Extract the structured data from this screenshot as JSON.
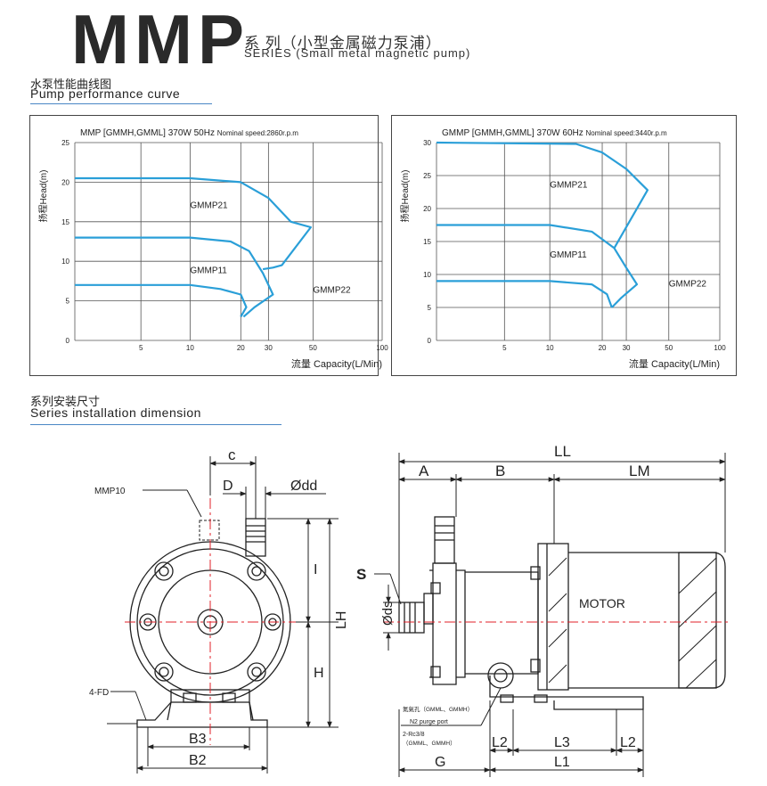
{
  "header": {
    "brand": "MMP",
    "series_cn": "系 列（小型金属磁力泵浦）",
    "series_en": "SERIES  (Small metal magnetic pump)"
  },
  "section1": {
    "title_cn": "水泵性能曲线图",
    "title_en": "Pump performance curve"
  },
  "section2": {
    "title_cn": "系列安装尺寸",
    "title_en": "Series installation dimension"
  },
  "colors": {
    "curve": "#2a9fd8",
    "accent_line": "#4a86c5",
    "center_line": "#e0202a"
  },
  "chart_data": [
    {
      "type": "line",
      "title": "MMP [GMMH,GMML]  370W  50Hz",
      "subtitle": "Nominal speed:2860r.p.m",
      "xlabel": "流量 Capacity(L/Min)",
      "ylabel": "扬程Head(m)",
      "x_ticks": [
        "5",
        "10",
        "20",
        "30",
        "50",
        "100"
      ],
      "y_ticks": [
        "0",
        "5",
        "10",
        "15",
        "20",
        "25"
      ],
      "ylim": [
        0,
        25
      ],
      "grid": true,
      "series": [
        {
          "name": "GMMP21",
          "points": [
            [
              0,
              20.5
            ],
            [
              10,
              20.5
            ],
            [
              20,
              20
            ],
            [
              30,
              18
            ],
            [
              40,
              15
            ],
            [
              49,
              14.3
            ],
            [
              36,
              9.5
            ],
            [
              32,
              9.2
            ],
            [
              28,
              9
            ]
          ]
        },
        {
          "name": "GMMP11",
          "points": [
            [
              0,
              13
            ],
            [
              10,
              13
            ],
            [
              18,
              12.5
            ],
            [
              23,
              11.3
            ],
            [
              28,
              8.5
            ],
            [
              32,
              5.8
            ],
            [
              25,
              4.2
            ],
            [
              21,
              3
            ]
          ]
        },
        {
          "name": "GMMP22",
          "points": [
            [
              0,
              7
            ],
            [
              10,
              7
            ],
            [
              16,
              6.5
            ],
            [
              20,
              5.8
            ],
            [
              22,
              4.2
            ],
            [
              20,
              3
            ]
          ]
        }
      ],
      "labels": [
        {
          "text": "GMMP21",
          "at": [
            10,
            16.7
          ]
        },
        {
          "text": "GMMP11",
          "at": [
            10,
            8.5
          ]
        },
        {
          "text": "GMMP22",
          "at": [
            50,
            6.0
          ]
        }
      ]
    },
    {
      "type": "line",
      "title": "GMMP [GMMH,GMML]  370W  60Hz",
      "subtitle": "Nominal speed:3440r.p.m",
      "xlabel": "流量 Capacity(L/Min)",
      "ylabel": "扬程Head(m)",
      "x_ticks": [
        "5",
        "10",
        "20",
        "30",
        "50",
        "100"
      ],
      "y_ticks": [
        "0",
        "5",
        "10",
        "15",
        "20",
        "25",
        "30"
      ],
      "ylim": [
        0,
        30
      ],
      "grid": true,
      "series": [
        {
          "name": "GMMP21",
          "points": [
            [
              0,
              30
            ],
            [
              15,
              29.8
            ],
            [
              20,
              28.5
            ],
            [
              30,
              26
            ],
            [
              40,
              22.8
            ],
            [
              25,
              14
            ]
          ]
        },
        {
          "name": "GMMP11",
          "points": [
            [
              0,
              17.5
            ],
            [
              10,
              17.5
            ],
            [
              18,
              16.5
            ],
            [
              25,
              14
            ],
            [
              30,
              11
            ],
            [
              35,
              8.5
            ],
            [
              28,
              6.5
            ],
            [
              24,
              5
            ]
          ]
        },
        {
          "name": "GMMP22",
          "points": [
            [
              0,
              9
            ],
            [
              10,
              9
            ],
            [
              18,
              8.5
            ],
            [
              22,
              7
            ],
            [
              24,
              5
            ]
          ]
        }
      ],
      "labels": [
        {
          "text": "GMMP21",
          "at": [
            10,
            23.2
          ]
        },
        {
          "text": "GMMP11",
          "at": [
            10,
            12.6
          ]
        },
        {
          "text": "GMMP22",
          "at": [
            50,
            8.2
          ]
        }
      ]
    }
  ],
  "drawing": {
    "front": {
      "model": "MMP10",
      "c": "c",
      "D": "D",
      "dd": "Ødd",
      "I": "I",
      "LH": "LH",
      "H": "H",
      "fd": "4-FD",
      "B3": "B3",
      "B2": "B2"
    },
    "side": {
      "LL": "LL",
      "A": "A",
      "B": "B",
      "LM": "LM",
      "S": "S",
      "ds": "Øds",
      "motor": "MOTOR",
      "n2_cn": "氮氣孔（GMML、GMMH）",
      "n2_en": "N2 purge port",
      "n2_thread": "2-Rc3/8",
      "n2_models": "（GMML、GMMH）",
      "G": "G",
      "L2a": "L2",
      "L3": "L3",
      "L2b": "L2",
      "L1": "L1"
    }
  }
}
